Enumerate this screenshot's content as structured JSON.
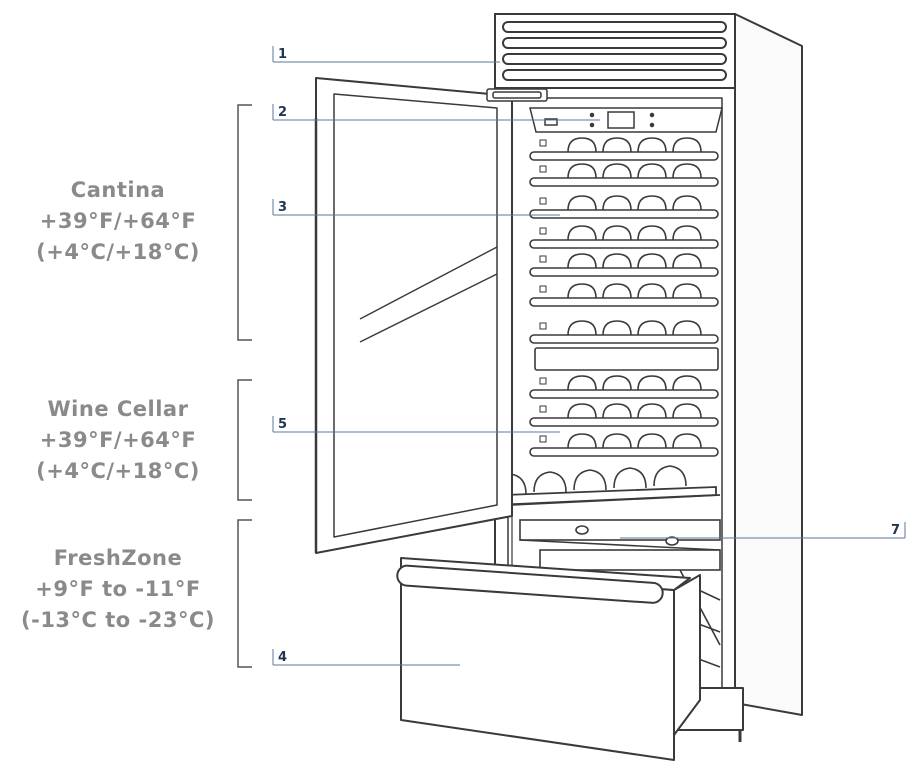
{
  "zones": [
    {
      "name": "Cantina",
      "range_f": "+39°F/+64°F",
      "range_c": "(+4°C/+18°C)"
    },
    {
      "name": "Wine Cellar",
      "range_f": "+39°F/+64°F",
      "range_c": "(+4°C/+18°C)"
    },
    {
      "name": "FreshZone",
      "range_f": "+9°F to -11°F",
      "range_c": "(-13°C to -23°C)"
    }
  ],
  "callouts": [
    "1",
    "2",
    "3",
    "5",
    "7",
    "4"
  ],
  "colors": {
    "line": "#3a3a3a",
    "label": "#8a8a8a",
    "callout": "#1e3550",
    "leader": "#5b7a9a"
  }
}
